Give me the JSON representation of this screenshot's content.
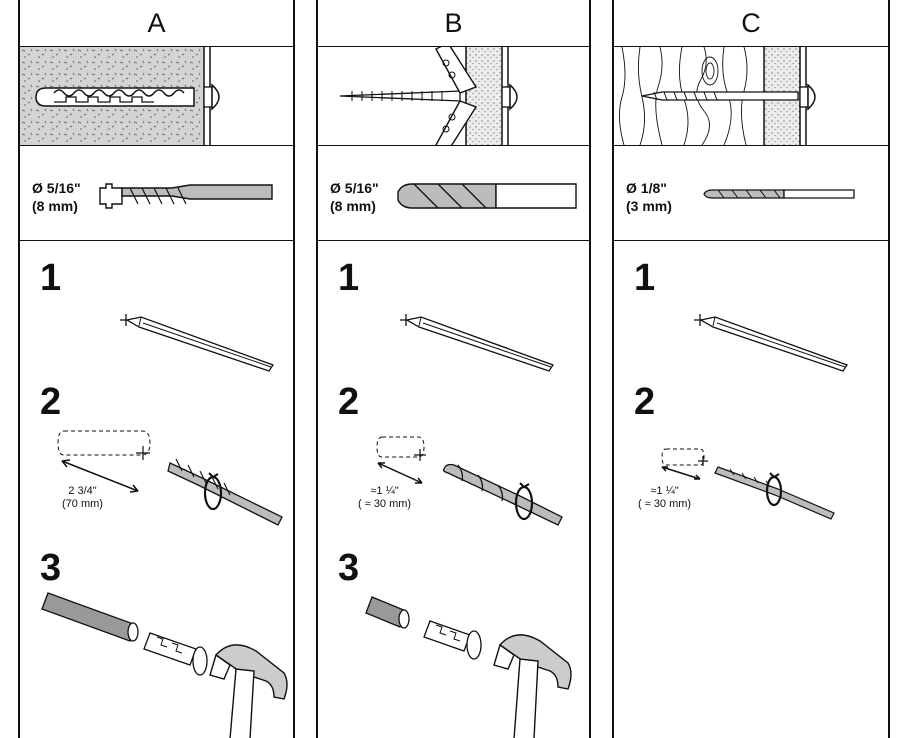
{
  "columns": [
    {
      "id": "a",
      "header": "A",
      "bit_size": "Ø 5/16\"",
      "bit_size_metric": "(8 mm)",
      "steps": [
        "1",
        "2",
        "3"
      ],
      "depth": "2 3/4\"",
      "depth_metric": "(70 mm)"
    },
    {
      "id": "b",
      "header": "B",
      "bit_size": "Ø 5/16\"",
      "bit_size_metric": "(8 mm)",
      "steps": [
        "1",
        "2",
        "3"
      ],
      "depth": "≈1 ¼\"",
      "depth_metric": "( ≈ 30 mm)"
    },
    {
      "id": "c",
      "header": "C",
      "bit_size": "Ø 1/8\"",
      "bit_size_metric": "(3 mm)",
      "steps": [
        "1",
        "2"
      ],
      "depth": "≈1 ¼\"",
      "depth_metric": "( ≈ 30 mm)"
    }
  ],
  "icons": [
    "concrete-wall-anchor-icon",
    "toggle-anchor-icon",
    "wood-screw-icon",
    "drill-bit-icon",
    "pencil-icon",
    "drill-icon",
    "hammer-icon",
    "wall-plug-icon"
  ]
}
